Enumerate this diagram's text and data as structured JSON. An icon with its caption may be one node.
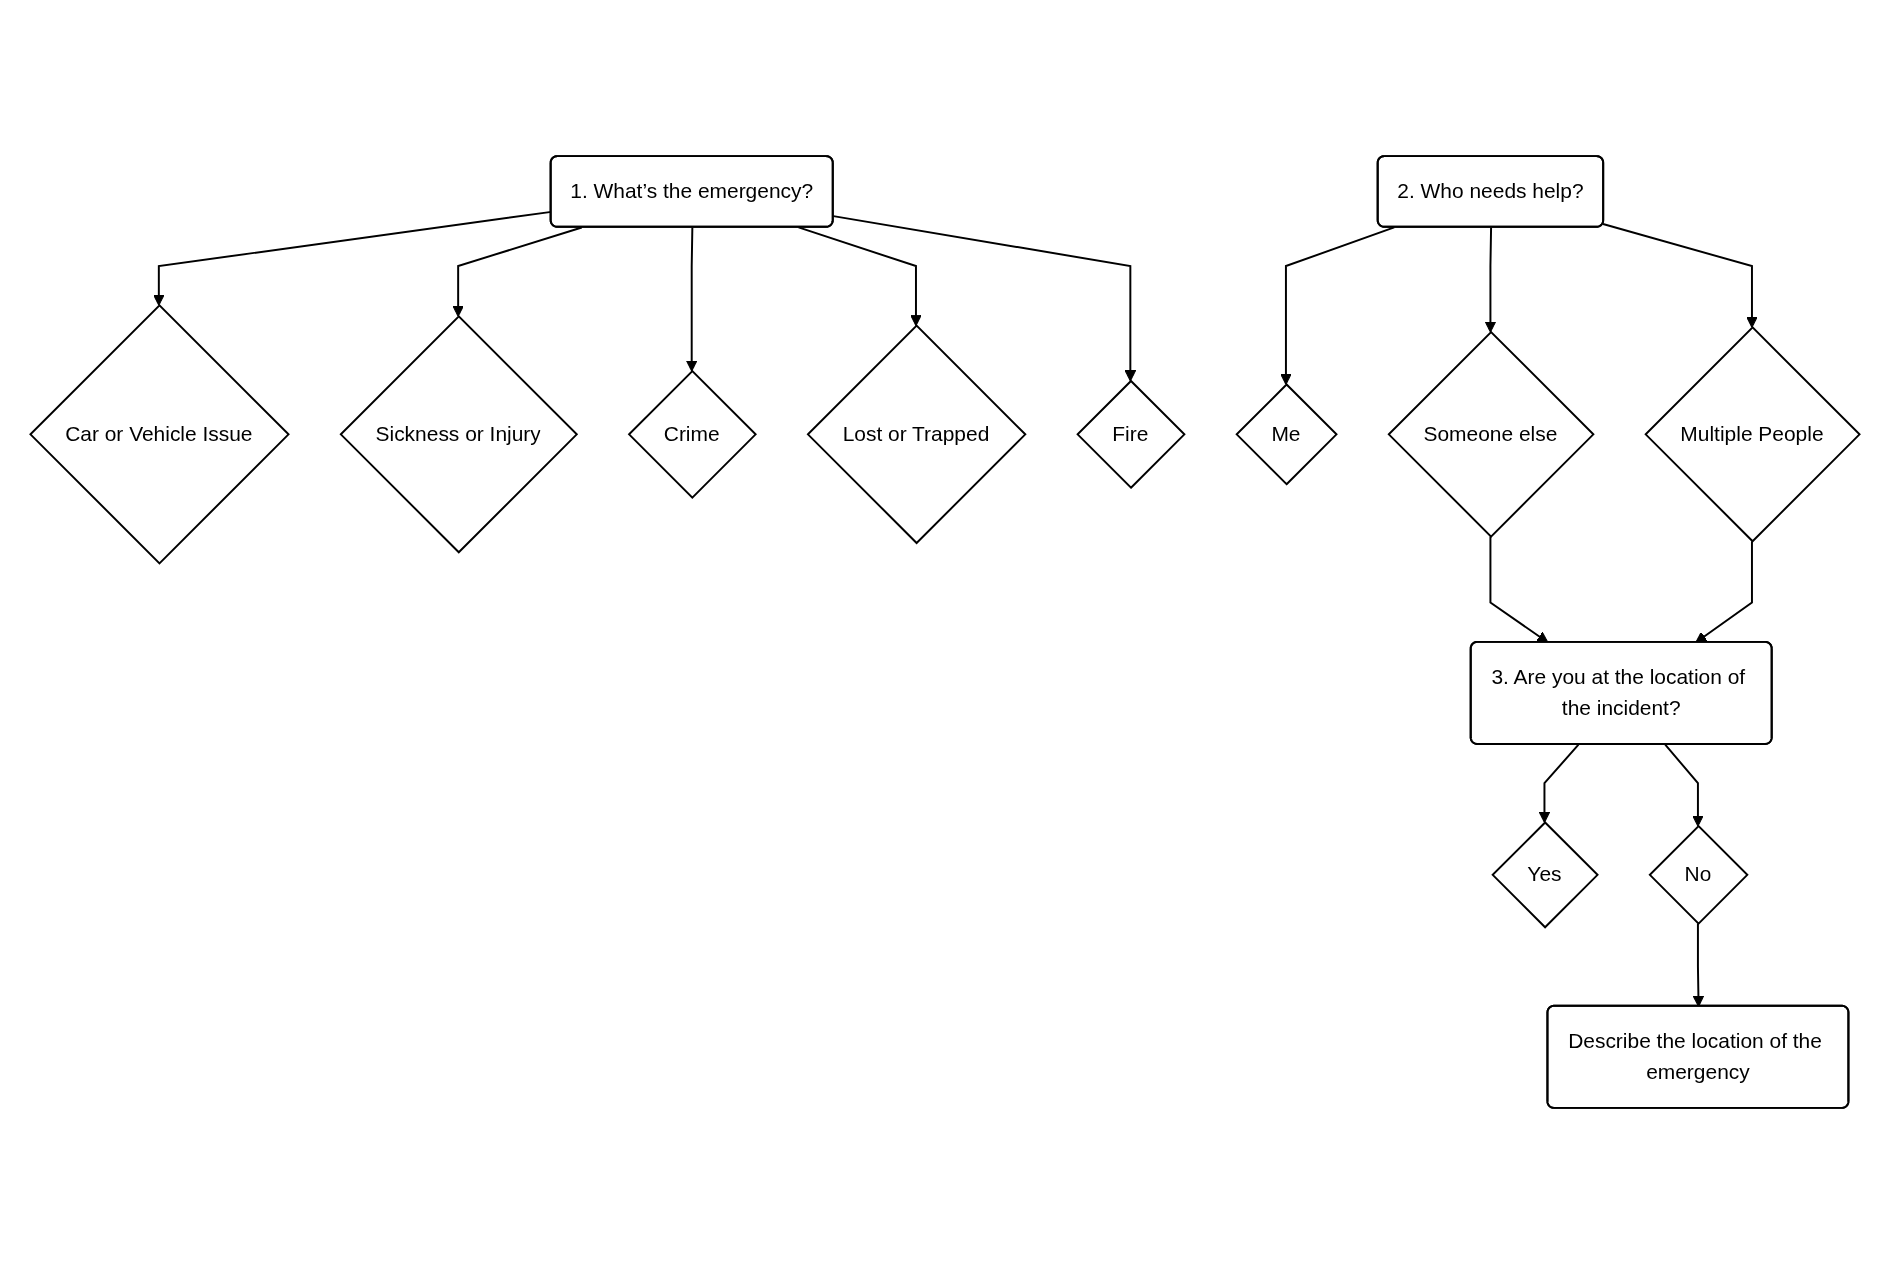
{
  "diagram": {
    "nodes": [
      {
        "text": [
          "1. What’s the emergency?"
        ]
      },
      {
        "text": [
          "Car or Vehicle Issue"
        ]
      },
      {
        "text": [
          "Sickness or Injury"
        ]
      },
      {
        "text": [
          "Crime"
        ]
      },
      {
        "text": [
          "Lost or Trapped"
        ]
      },
      {
        "text": [
          "Fire"
        ]
      },
      {
        "text": [
          "2. Who needs help?"
        ]
      },
      {
        "text": [
          "Me"
        ]
      },
      {
        "text": [
          "Someone else"
        ]
      },
      {
        "text": [
          "Multiple People"
        ]
      },
      {
        "text": [
          "3. Are you at the location of the incident?"
        ]
      },
      {
        "text": [
          "Yes"
        ]
      },
      {
        "text": [
          "No"
        ]
      },
      {
        "text": [
          "Describe the location of the emergency"
        ]
      }
    ],
    "edges": [
      {
        "from": 0,
        "to": 1,
        "arrow": "to"
      },
      {
        "from": 0,
        "to": 2,
        "arrow": "to"
      },
      {
        "from": 0,
        "to": 3,
        "arrow": "to"
      },
      {
        "from": 0,
        "to": 4,
        "arrow": "to"
      },
      {
        "from": 0,
        "to": 5,
        "arrow": "to"
      },
      {
        "from": 6,
        "to": 7,
        "arrow": "to"
      },
      {
        "from": 6,
        "to": 8,
        "arrow": "to"
      },
      {
        "from": 6,
        "to": 9,
        "arrow": "to"
      },
      {
        "from": 8,
        "to": 10,
        "arrow": "to"
      },
      {
        "from": 9,
        "to": 10,
        "arrow": "to"
      },
      {
        "from": 10,
        "to": 11,
        "arrow": "to"
      },
      {
        "from": 10,
        "to": 12,
        "arrow": "to"
      },
      {
        "from": 12,
        "to": 13,
        "arrow": "to"
      }
    ]
  }
}
